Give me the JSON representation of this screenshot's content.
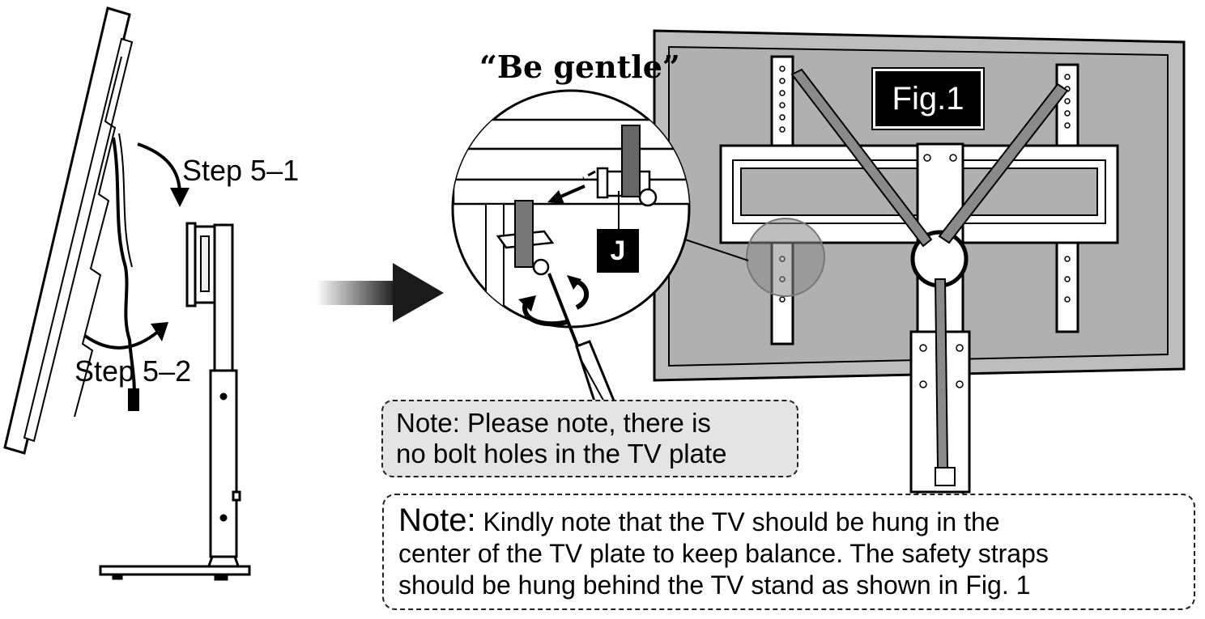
{
  "steps": {
    "step1": "Step 5–1",
    "step2": "Step 5–2"
  },
  "callout": {
    "be_gentle": "“Be gentle”",
    "part_label": "J"
  },
  "figure": {
    "label": "Fig.1"
  },
  "notes": {
    "note1_line1": "Note: Please note, there is",
    "note1_line2": "no bolt holes in the TV plate",
    "note2_lead": "Note:",
    "note2_line1_rest": " Kindly note that the TV should be hung in the",
    "note2_line2": "center of the TV plate to keep balance. The safety straps",
    "note2_line3": "should be hung behind the TV stand as shown in Fig. 1"
  },
  "colors": {
    "panel_gray": "#bdbdbd",
    "note_gray": "#e4e4e4",
    "ink": "#000000",
    "strap": "#8a8a8a"
  }
}
